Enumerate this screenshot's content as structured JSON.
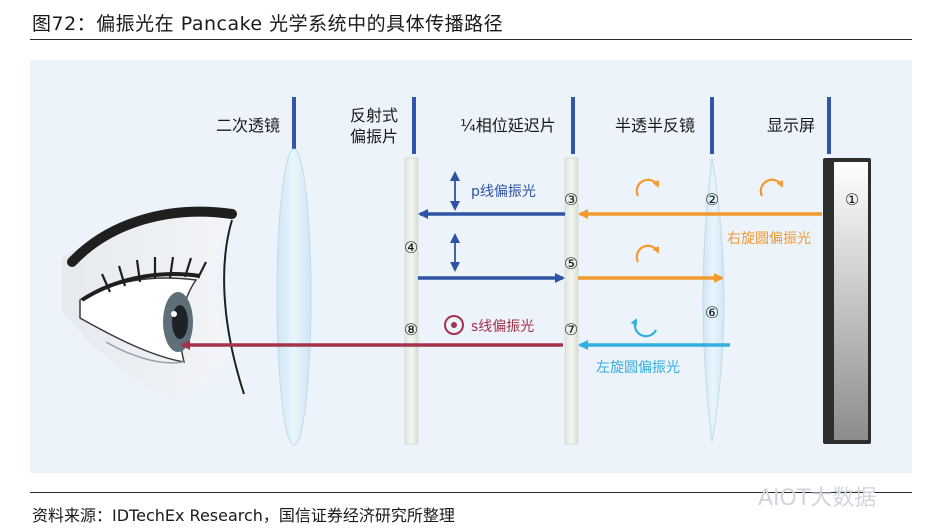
{
  "figure": {
    "title": "图72：偏振光在 Pancake 光学系统中的具体传播路径",
    "source": "资料来源：IDTechEx Research，国信证券经济研究所整理",
    "watermark": "AIOT大数据"
  },
  "components": {
    "lens": "二次透镜",
    "reflective_polarizer_line1": "反射式",
    "reflective_polarizer_line2": "偏振片",
    "quarter_wave_plate": "¼相位延迟片",
    "half_mirror": "半透半反镜",
    "display": "显示屏"
  },
  "polarization_labels": {
    "p_polarized": "p线偏振光",
    "s_polarized": "s线偏振光",
    "right_circular": "右旋圆偏振光",
    "left_circular": "左旋圆偏振光"
  },
  "markers": [
    "①",
    "②",
    "③",
    "④",
    "⑤",
    "⑥",
    "⑦",
    "⑧"
  ],
  "colors": {
    "orange": "#f29a2e",
    "blue": "#2f54a3",
    "light_blue": "#33aee0",
    "crimson": "#a3324a",
    "bar_blue": "#2f56a8"
  }
}
